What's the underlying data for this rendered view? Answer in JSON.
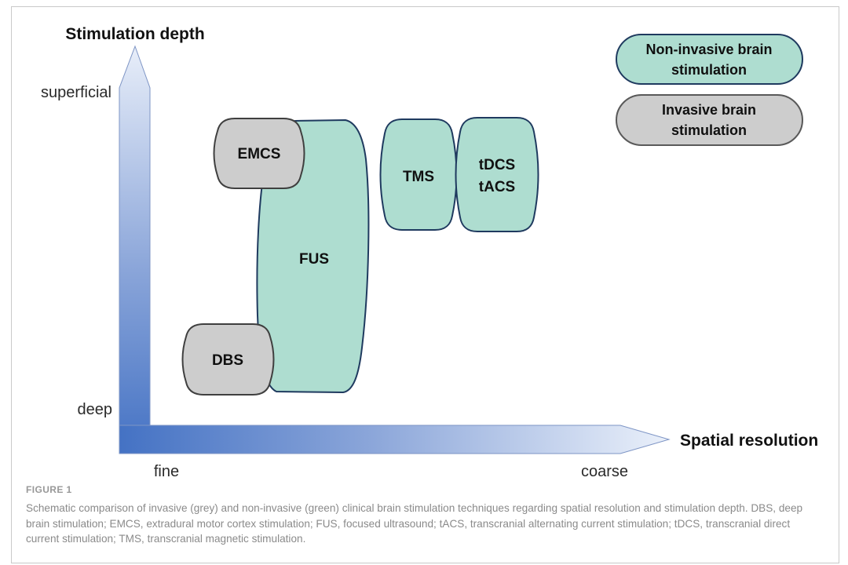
{
  "figure": {
    "label": "FIGURE 1",
    "caption": "Schematic comparison of invasive (grey) and non-invasive (green) clinical brain stimulation techniques regarding spatial resolution and stimulation depth. DBS, deep brain stimulation; EMCS, extradural motor cortex stimulation; FUS, focused ultrasound; tACS, transcranial alternating current stimulation; tDCS, transcranial direct current stimulation; TMS, transcranial magnetic stimulation."
  },
  "axes": {
    "y": {
      "title": "Stimulation depth",
      "top_label": "superficial",
      "bottom_label": "deep"
    },
    "x": {
      "title": "Spatial resolution",
      "left_label": "fine",
      "right_label": "coarse"
    }
  },
  "techniques": {
    "emcs": {
      "label": "EMCS",
      "type": "invasive"
    },
    "fus": {
      "label": "FUS",
      "type": "non-invasive"
    },
    "tms": {
      "label": "TMS",
      "type": "non-invasive"
    },
    "tdcs_tacs": {
      "line1": "tDCS",
      "line2": "tACS",
      "type": "non-invasive"
    },
    "dbs": {
      "label": "DBS",
      "type": "invasive"
    }
  },
  "legend": {
    "non_invasive": {
      "line1": "Non-invasive brain",
      "line2": "stimulation"
    },
    "invasive": {
      "line1": "Invasive brain",
      "line2": "stimulation"
    }
  },
  "colors": {
    "non_invasive_fill": "#aeddd0",
    "non_invasive_stroke": "#1f3a5f",
    "invasive_fill": "#cdcdcd",
    "invasive_stroke": "#3f3f3f",
    "axis_dark": "#4472c4",
    "axis_light": "#e9eff9",
    "caption_color": "#8a8a8a"
  }
}
